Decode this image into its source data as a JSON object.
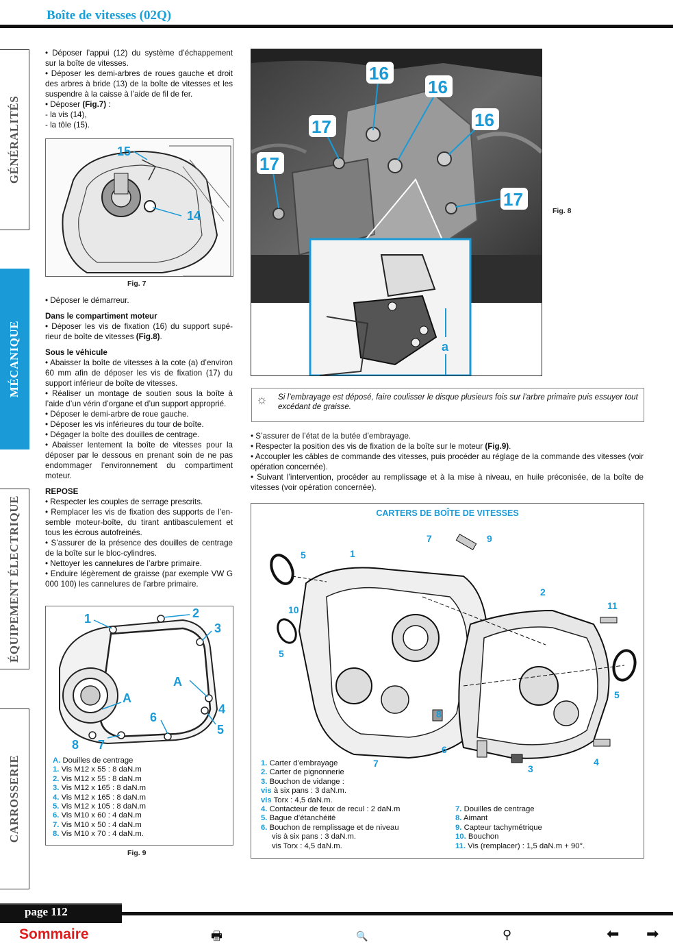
{
  "header": {
    "title": "Boîte de vitesses (02Q)"
  },
  "tabs": [
    {
      "label": "GÉNÉRALITÉS",
      "active": false
    },
    {
      "label": "MÉCANIQUE",
      "active": true
    },
    {
      "label": "ÉQUIPEMENT ÉLECTRIQUE",
      "active": false
    },
    {
      "label": "CARROSSERIE",
      "active": false
    }
  ],
  "left_col": {
    "p1": "• Déposer l’appui (12) du système d’échappement sur la boîte de vitesses.",
    "p2": "• Déposer les demi-arbres de roues gauche et droit des arbres à bride (13) de la boîte de vitesses et les suspendre à la caisse à l’aide de fil de fer.",
    "p3_pre": "• Déposer ",
    "p3_ref": "(Fig.7)",
    "p3_post": " :",
    "p4": "- la vis (14),",
    "p5": "- la tôle (15).",
    "fig7_caption": "Fig. 7",
    "fig7_labels": [
      "15",
      "14"
    ],
    "p6": "• Déposer le démarreur.",
    "h1": "Dans le compartiment moteur",
    "p7_pre": "• Déposer les vis de fixation (16) du support supé-rieur de boîte de vitesses ",
    "p7_ref": "(Fig.8)",
    "p7_post": ".",
    "h2": "Sous le véhicule",
    "p8": "• Abaisser la boîte de vitesses à la cote (a) d’environ 60 mm afin de déposer les vis de fixation (17) du support inférieur de boîte de vitesses.",
    "p9": "• Réaliser un montage de soutien sous la boîte à l’aide d’un vérin d’organe et d’un support approprié.",
    "p10": "• Déposer le demi-arbre de roue gauche.",
    "p11": "• Déposer les vis inférieures du tour de boîte.",
    "p12": "• Dégager la boîte des douilles de centrage.",
    "p13": "• Abaisser lentement la boîte de vitesses pour la déposer par le dessous en prenant soin de ne pas endommager l’environnement du compartiment moteur.",
    "h3": "REPOSE",
    "p14": "• Respecter les couples de serrage prescrits.",
    "p15": "• Remplacer les vis de fixation des supports de l’en-semble moteur-boîte, du tirant antibasculement et tous les écrous autofreinés.",
    "p16": "• S’assurer de la présence des douilles de centrage de la boîte sur le bloc-cylindres.",
    "p17": "• Nettoyer les cannelures de l’arbre primaire.",
    "p18": "• Enduire légèrement de graisse (par exemple VW G 000 100) les cannelures de l’arbre primaire."
  },
  "fig9": {
    "caption": "Fig. 9",
    "labels": [
      "1",
      "2",
      "3",
      "A",
      "A",
      "4",
      "6",
      "5",
      "8",
      "7"
    ],
    "legend": [
      {
        "k": "A.",
        "v": "Douilles de centrage"
      },
      {
        "k": "1.",
        "v": "Vis M12 x 55 : 8 daN.m"
      },
      {
        "k": "2.",
        "v": "Vis M12 x 55 : 8 daN.m"
      },
      {
        "k": "3.",
        "v": "Vis M12 x 165 : 8 daN.m"
      },
      {
        "k": "4.",
        "v": "Vis M12 x 165 : 8 daN.m"
      },
      {
        "k": "5.",
        "v": "Vis M12 x 105 : 8 daN.m"
      },
      {
        "k": "6.",
        "v": "Vis M10 x 60 : 4 daN.m"
      },
      {
        "k": "7.",
        "v": "Vis M10 x 50 : 4 daN.m"
      },
      {
        "k": "8.",
        "v": "Vis M10 x 70 : 4 daN.m."
      }
    ]
  },
  "fig8": {
    "caption": "Fig. 8",
    "labels": [
      "16",
      "16",
      "16",
      "17",
      "17",
      "17",
      "a"
    ]
  },
  "tip": "Si l’embrayage est déposé, faire coulisser le disque plusieurs fois sur l’arbre primaire puis essuyer tout excédant de graisse.",
  "right_col": {
    "p1": "• S’assurer de l’état de la butée d’embrayage.",
    "p2_pre": "• Respecter la position des vis de fixation de la boîte sur le moteur ",
    "p2_ref": "(Fig.9)",
    "p2_post": ".",
    "p3": "• Accoupler les câbles de commande des vitesses, puis procéder au réglage de la commande des vitesses (voir opération concernée).",
    "p4": "• Suivant l’intervention, procéder au remplissage et à la mise à niveau, en huile préconisée, de la boîte de vitesses (voir opération concernée)."
  },
  "carters": {
    "title": "CARTERS DE BOÎTE DE VITESSES",
    "labels": [
      "7",
      "9",
      "5",
      "1",
      "2",
      "11",
      "10",
      "5",
      "5",
      "8",
      "6",
      "4",
      "7",
      "3"
    ],
    "legend_left": [
      {
        "k": "1.",
        "v": "Carter d’embrayage"
      },
      {
        "k": "2.",
        "v": "Carter de pignonnerie"
      },
      {
        "k": "3.",
        "v": "Bouchon de vidange :"
      },
      {
        "k": "vis",
        "v": "à six pans : 3 daN.m."
      },
      {
        "k": "vis",
        "v": "Torx : 4,5 daN.m."
      },
      {
        "k": "4.",
        "v": "Contacteur de feux de recul : 2 daN.m"
      },
      {
        "k": "5.",
        "v": "Bague d’étanchéité"
      },
      {
        "k": "6.",
        "v": "Bouchon de remplissage et de niveau"
      },
      {
        "k": "",
        "v": "vis à six pans : 3 daN.m."
      },
      {
        "k": "",
        "v": "vis Torx : 4,5 daN.m."
      }
    ],
    "legend_right": [
      {
        "k": "7.",
        "v": "Douilles de centrage"
      },
      {
        "k": "8.",
        "v": "Aimant"
      },
      {
        "k": "9.",
        "v": "Capteur tachymétrique"
      },
      {
        "k": "10.",
        "v": "Bouchon"
      },
      {
        "k": "11.",
        "v": "Vis (remplacer) : 1,5 daN.m + 90°."
      }
    ]
  },
  "footer": {
    "page": "page 112",
    "sommaire": "Sommaire"
  }
}
